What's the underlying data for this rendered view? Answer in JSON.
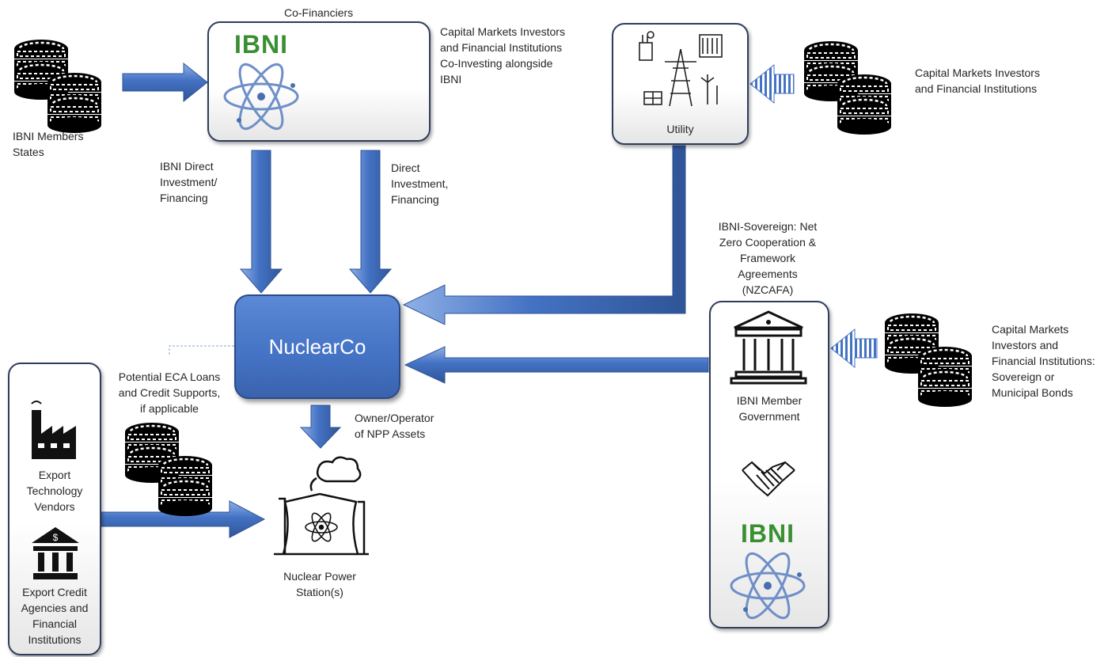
{
  "colors": {
    "arrow_blue": "#4472c4",
    "arrow_dark": "#2f5597",
    "ibni_green": "#3a8f32",
    "box_border": "#2f3e5c"
  },
  "labels": {
    "co_financiers": "Co-Financiers",
    "ibni_members_states": "IBNI Members\nStates",
    "cap_markets_coinvest": "Capital Markets Investors\nand Financial Institutions\nCo-Investing alongside\nIBNI",
    "cap_markets_utility": "Capital Markets Investors\nand Financial Institutions",
    "utility": "Utility",
    "ibni_direct": "IBNI Direct\nInvestment/\nFinancing",
    "direct_investment": "Direct\nInvestment,\nFinancing",
    "nzcafa": "IBNI-Sovereign: Net\nZero Cooperation &\nFramework\nAgreements\n(NZCAFA)",
    "nuclearco": "NuclearCo",
    "eca_loans": "Potential ECA Loans\nand Credit Supports,\nif applicable",
    "owner_operator": "Owner/Operator\nof NPP Assets",
    "nuclear_power_station": "Nuclear Power\nStation(s)",
    "ibni_member_government": "IBNI Member\nGovernment",
    "cap_markets_bonds": "Capital Markets\nInvestors and\nFinancial Institutions:\nSovereign or\nMunicipal Bonds",
    "export_tech_vendors": "Export\nTechnology\nVendors",
    "export_credit_agencies": "Export Credit\nAgencies and\nFinancial\nInstitutions",
    "ibni_logo_top": "IBNI",
    "ibni_logo_gov": "IBNI"
  },
  "icons": {
    "coins": "coin-stack-icon",
    "atom": "atom-icon",
    "power_grid": "power-grid-icon",
    "bank": "government-building-icon",
    "handshake": "handshake-icon",
    "factory": "factory-icon",
    "bank_dollar": "bank-dollar-icon",
    "plant": "nuclear-plant-icon"
  }
}
